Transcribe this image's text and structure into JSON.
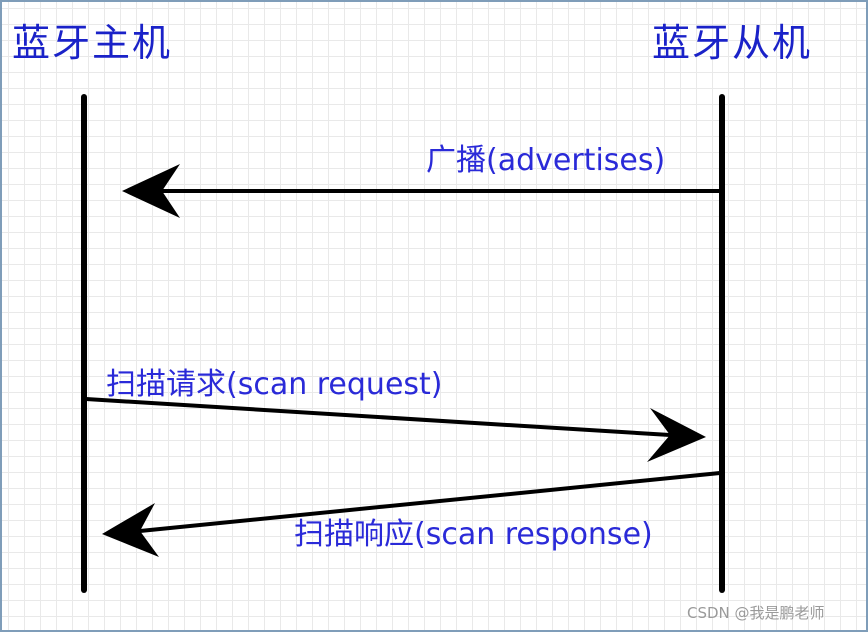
{
  "participants": {
    "host": "蓝牙主机",
    "slave": "蓝牙从机"
  },
  "messages": [
    {
      "label": "广播(advertises)",
      "from": "蓝牙从机",
      "to": "蓝牙主机"
    },
    {
      "label": "扫描请求(scan request)",
      "from": "蓝牙主机",
      "to": "蓝牙从机"
    },
    {
      "label": "扫描响应(scan response)",
      "from": "蓝牙从机",
      "to": "蓝牙主机"
    }
  ],
  "watermark": "CSDN @我是鹏老师",
  "colors": {
    "label_text": "#2a2ad8",
    "lines": "#000000",
    "grid": "#e9e9e9",
    "border": "#7f9db9"
  }
}
